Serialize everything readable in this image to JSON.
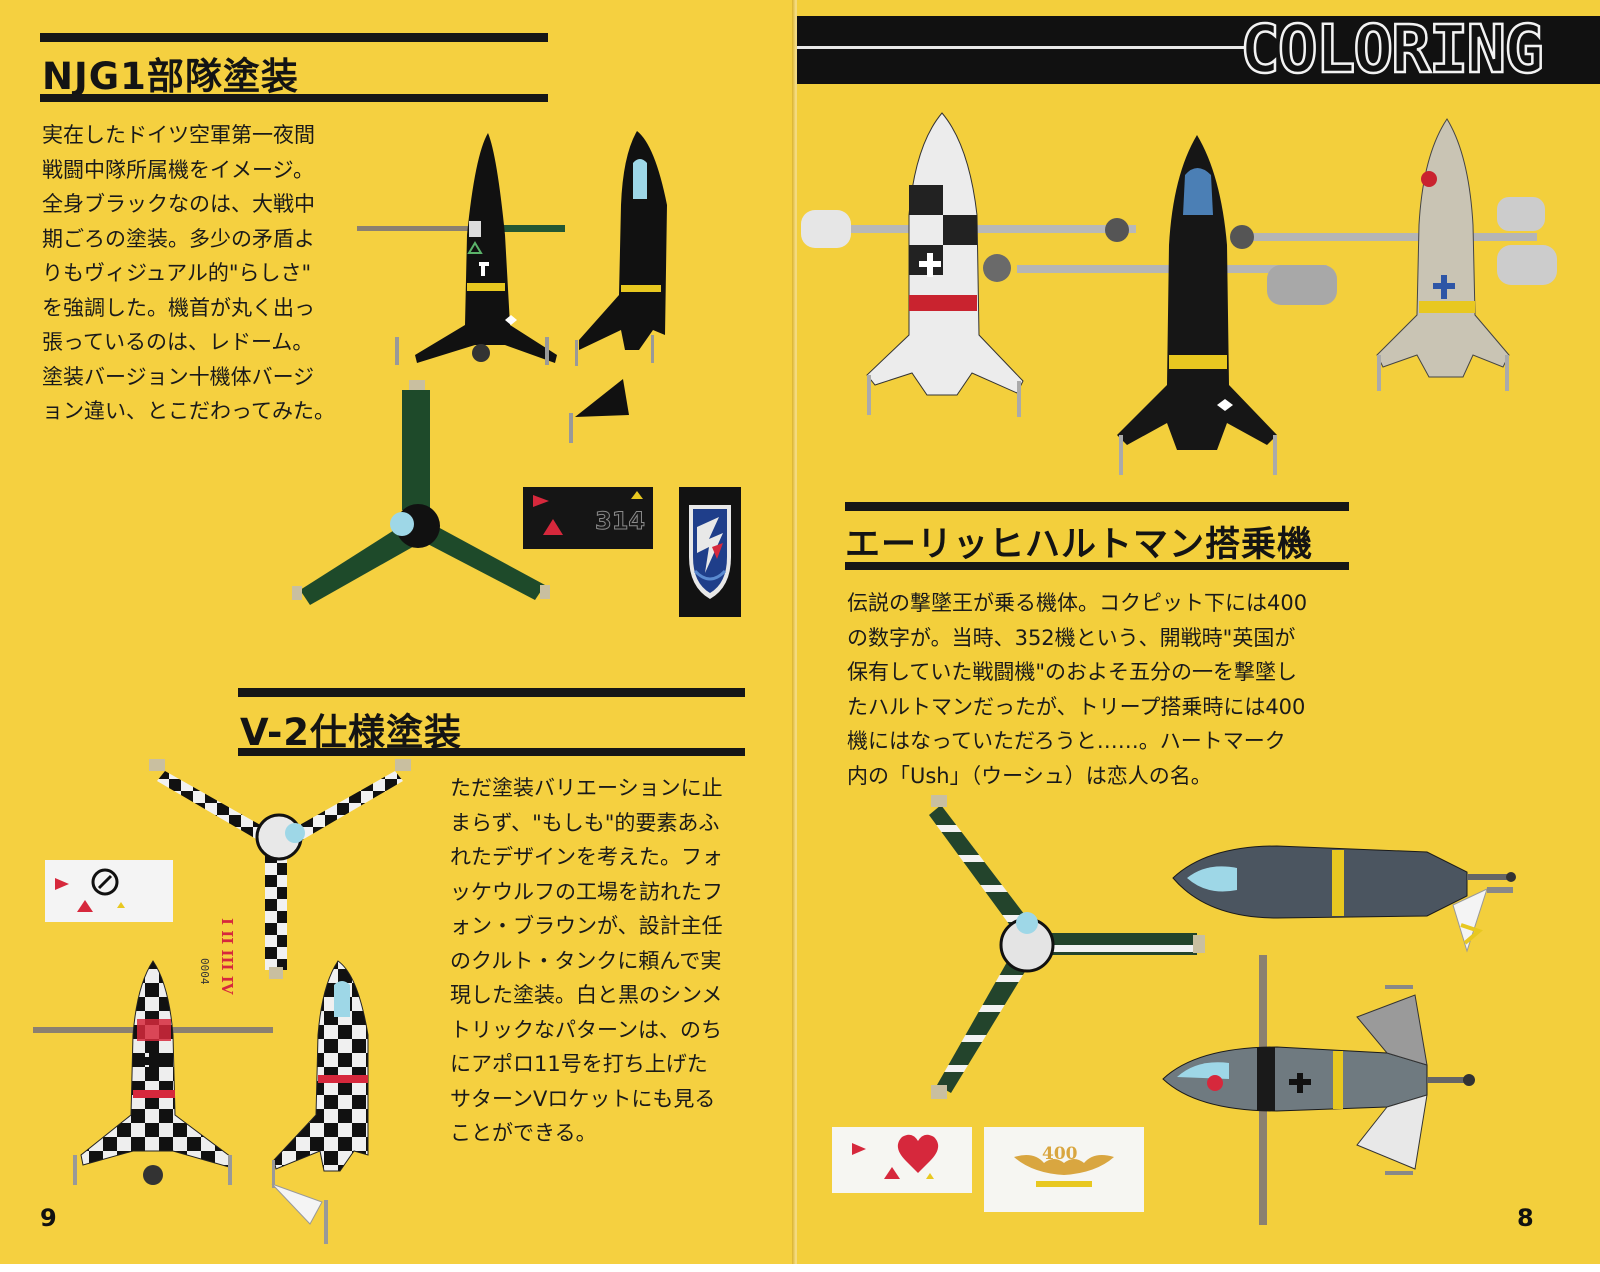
{
  "section_title": "COLORING",
  "left_page": {
    "page_number": "9",
    "njg1": {
      "heading": "NJG1部隊塗装",
      "lines": [
        "実在したドイツ空軍第一夜間",
        "戦闘中隊所属機をイメージ。",
        "全身ブラックなのは、大戦中",
        "期ごろの塗装。多少の矛盾よ",
        "りもヴィジュアル的\"らしさ\"",
        "を強調した。機首が丸く出っ",
        "張っているのは、レドーム。",
        "塗装バージョン十機体バージ",
        "ョン違い、とこだわってみた。"
      ],
      "decal_number": "314"
    },
    "v2": {
      "heading": "V-2仕様塗装",
      "lines": [
        "ただ塗装バリエーションに止",
        "まらず、\"もしも\"的要素あふ",
        "れたデザインを考えた。フォ",
        "ッケウルフの工場を訪れたフ",
        "ォン・ブラウンが、設計主任",
        "のクルト・タンクに頼んで実",
        "現した塗装。白と黒のシンメ",
        "トリックなパターンは、のち",
        "にアポロ11号を打ち上げた",
        "サターンVロケットにも見る",
        "ことができる。"
      ],
      "decal_numerals": "I II III IV",
      "decal_small": "0004"
    }
  },
  "right_page": {
    "page_number": "8",
    "hartmann": {
      "heading": "エーリッヒハルトマン搭乗機",
      "lines": [
        "伝説の撃墜王が乗る機体。コクピット下には400",
        "の数字が。当時、352機という、開戦時\"英国が",
        "保有していた戦闘機\"のおよそ五分の一を撃墜し",
        "たハルトマンだったが、トリープ搭乗時には400",
        "機にはなっていただろうと……。ハートマーク",
        "内の「Ush」（ウーシュ）は恋人の名。"
      ],
      "decal_number": "400"
    }
  },
  "colors": {
    "page_yellow": "#f5d040",
    "ink": "#141414",
    "camo_green": "#1e4a2a",
    "decal_red": "#d6283c",
    "hull_gray": "#4b5560"
  }
}
